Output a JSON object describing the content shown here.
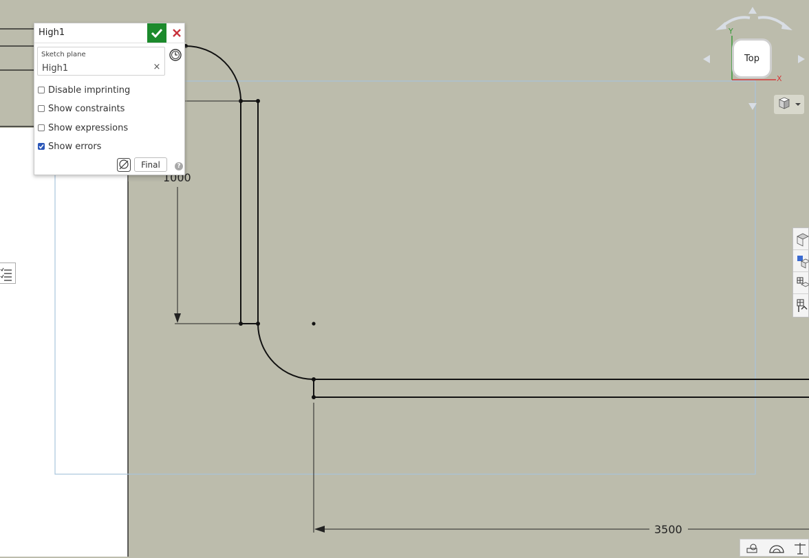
{
  "dialog": {
    "title": "High1",
    "sketch_plane_label": "Sketch plane",
    "sketch_plane_value": "High1",
    "options": [
      {
        "label": "Disable imprinting",
        "checked": false
      },
      {
        "label": "Show constraints",
        "checked": false
      },
      {
        "label": "Show expressions",
        "checked": false
      },
      {
        "label": "Show errors",
        "checked": true
      }
    ],
    "final_label": "Final",
    "help_label": "?",
    "clear_label": "×"
  },
  "view_cube": {
    "face_label": "Top",
    "axis_x": "X",
    "axis_y": "Y"
  },
  "dimensions": {
    "vertical": "1000",
    "horizontal": "3500"
  },
  "colors": {
    "background": "#bcbcac",
    "accept": "#1c8a2c",
    "cancel": "#c8323c",
    "axis_x": "#d43a3a",
    "axis_y": "#3a9a3a",
    "checkbox": "#2a56b8"
  }
}
